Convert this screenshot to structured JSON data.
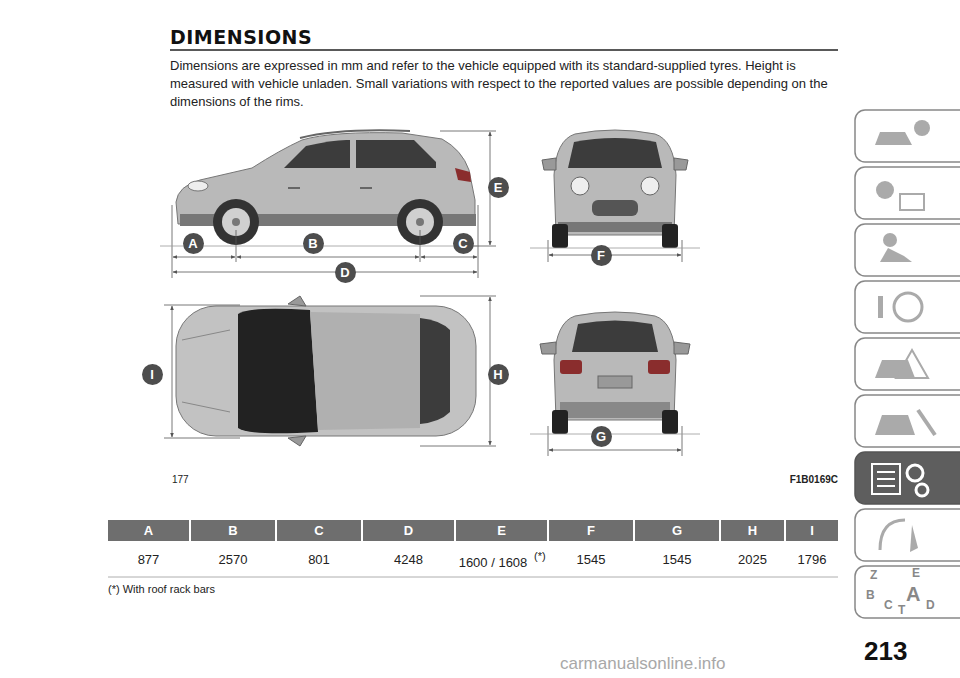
{
  "diagram": {
    "title": "DIMENSIONS",
    "nodes": [
      {
        "text": [
          "A"
        ]
      },
      {
        "text": [
          "B"
        ]
      },
      {
        "text": [
          "C"
        ]
      },
      {
        "text": [
          "D"
        ]
      },
      {
        "text": [
          "E"
        ]
      },
      {
        "text": [
          "F"
        ]
      },
      {
        "text": [
          "G"
        ]
      },
      {
        "text": [
          "H"
        ]
      },
      {
        "text": [
          "I"
        ]
      },
      {
        "text": [
          "A"
        ]
      },
      {
        "text": [
          "B"
        ]
      },
      {
        "text": [
          "C"
        ]
      },
      {
        "text": [
          "D"
        ]
      },
      {
        "text": [
          "E"
        ]
      },
      {
        "text": [
          "F"
        ]
      },
      {
        "text": [
          "G"
        ]
      },
      {
        "text": [
          "H"
        ]
      },
      {
        "text": [
          "I"
        ]
      }
    ],
    "labels": [
      "Dimensions are expressed in mm and refer to the vehicle equipped with its standard-supplied tyres. Height is measured with vehicle unladen. Small variations with respect to the reported values are possible depending on the dimensions of the rims.",
      "177",
      "F1B0169C",
      "877",
      "2570",
      "801",
      "4248",
      "1600 / 1608",
      "(*)",
      "1545",
      "1545",
      "2025",
      "1796",
      "(*) With roof rack bars",
      "213",
      "Z",
      "E",
      "B",
      "A",
      "C",
      "T",
      "D",
      "carmanualsonline.info"
    ]
  }
}
